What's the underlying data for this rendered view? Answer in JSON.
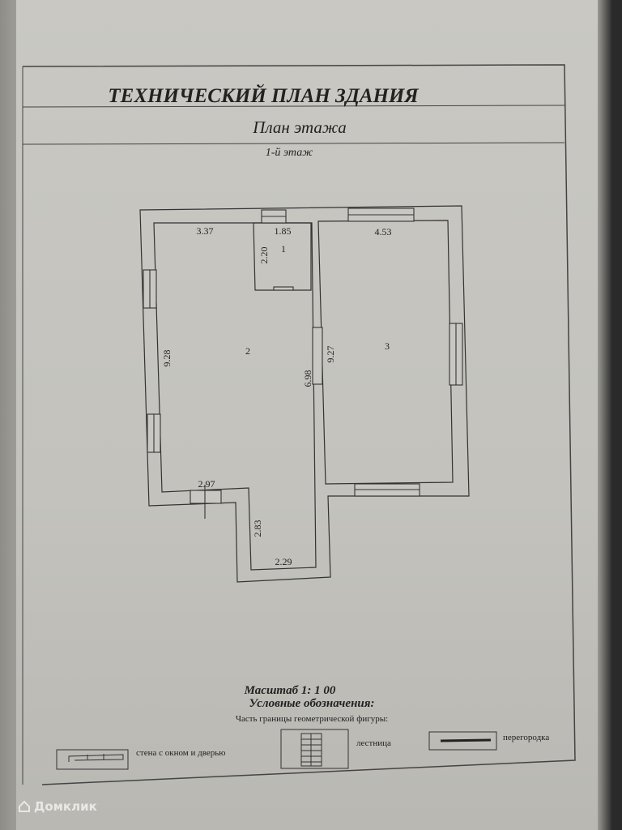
{
  "header": {
    "title": "ТЕХНИЧЕСКИЙ ПЛАН ЗДАНИЯ",
    "subtitle": "План этажа",
    "floor": "1-й этаж"
  },
  "plan": {
    "rooms": [
      {
        "number": "1"
      },
      {
        "number": "2"
      },
      {
        "number": "3"
      }
    ],
    "dimensions": {
      "room2_top": "3.37",
      "room1_top": "1.85",
      "room1_side": "2.20",
      "room3_top": "4.53",
      "room2_left": "9.28",
      "room2_right": "6.98",
      "room3_left": "9.27",
      "room2_bottom": "2.97",
      "corridor_side": "2.83",
      "corridor_bottom": "2.29"
    }
  },
  "footer": {
    "scale": "Масштаб 1: 1 00",
    "legend_title": "Условные обозначения:",
    "legend_subtitle": "Часть границы геометрической фигуры:",
    "legend_items": [
      {
        "label": "стена с окном и дверью",
        "icon": "wall-window-door-icon"
      },
      {
        "label": "лестница",
        "icon": "staircase-icon"
      },
      {
        "label": "перегородка",
        "icon": "partition-icon"
      }
    ]
  },
  "watermark": "Домклик"
}
